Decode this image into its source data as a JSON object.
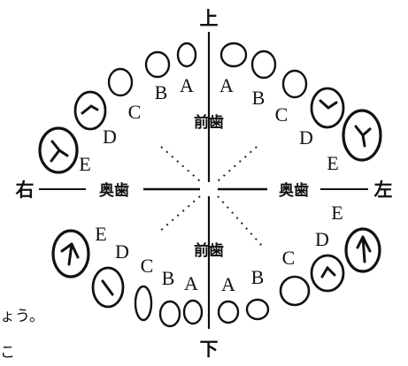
{
  "labels": {
    "top": "上",
    "bottom": "下",
    "right_side": "右",
    "left_side": "左",
    "front_teeth": "前歯",
    "back_teeth": "奥歯"
  },
  "tooth_letters": {
    "A": "A",
    "B": "B",
    "C": "C",
    "D": "D",
    "E": "E"
  },
  "cut_off_text": {
    "line1": "ょう。",
    "line2": "こ"
  },
  "colors": {
    "ink": "#111111",
    "background": "#ffffff"
  }
}
